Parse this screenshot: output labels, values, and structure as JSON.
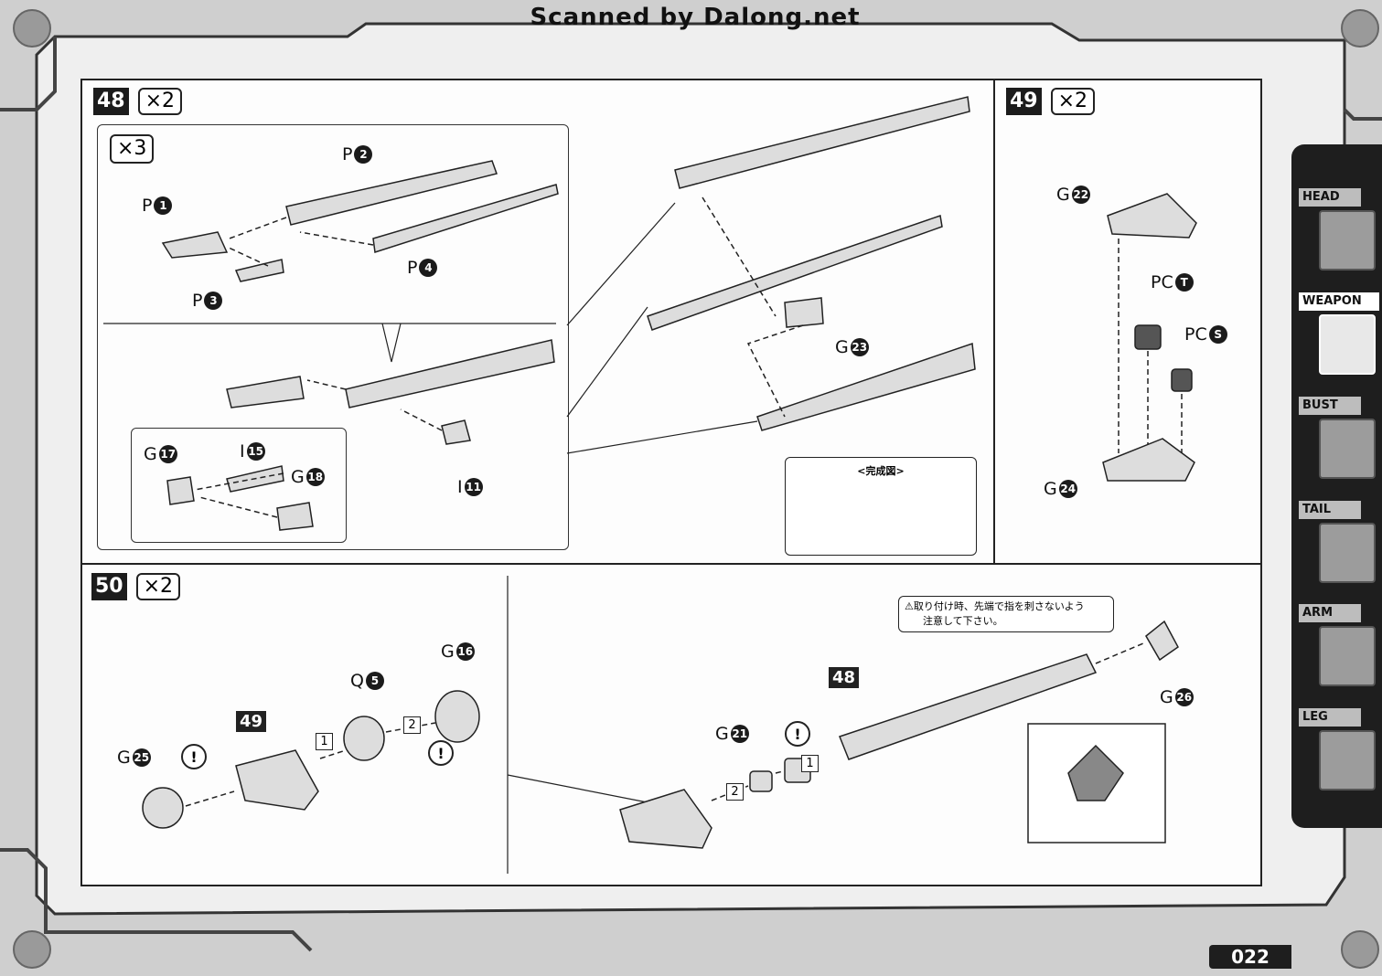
{
  "header": {
    "scan_credit": "Scanned by Dalong.net"
  },
  "steps": {
    "s48": {
      "num": "48",
      "mult": "×2",
      "sub_mult": "×3",
      "parts": {
        "p1": {
          "letter": "P",
          "num": "1"
        },
        "p2": {
          "letter": "P",
          "num": "2"
        },
        "p3": {
          "letter": "P",
          "num": "3"
        },
        "p4": {
          "letter": "P",
          "num": "4"
        },
        "g17": {
          "letter": "G",
          "num": "17"
        },
        "i15": {
          "letter": "I",
          "num": "15"
        },
        "g18": {
          "letter": "G",
          "num": "18"
        },
        "i11": {
          "letter": "I",
          "num": "11"
        },
        "g23": {
          "letter": "G",
          "num": "23"
        }
      },
      "complete_label": "<完成図>"
    },
    "s49": {
      "num": "49",
      "mult": "×2",
      "parts": {
        "g22": {
          "letter": "G",
          "num": "22"
        },
        "pct": {
          "letter": "PC",
          "num": "T"
        },
        "pcs": {
          "letter": "PC",
          "num": "S"
        },
        "g24": {
          "letter": "G",
          "num": "24"
        }
      }
    },
    "s50": {
      "num": "50",
      "mult": "×2",
      "parts": {
        "g16": {
          "letter": "G",
          "num": "16"
        },
        "q5": {
          "letter": "Q",
          "num": "5"
        },
        "g25": {
          "letter": "G",
          "num": "25"
        },
        "g21": {
          "letter": "G",
          "num": "21"
        },
        "g26": {
          "letter": "G",
          "num": "26"
        }
      },
      "ref_a": "49",
      "ref_b": "48",
      "order_1": "1",
      "order_2": "2",
      "warn": "!",
      "caution_line1": "⚠取り付け時、先端で指を刺さないよう",
      "caution_line2": "注意して下さい。"
    }
  },
  "tabs": [
    {
      "label": "HEAD",
      "active": false
    },
    {
      "label": "WEAPON",
      "active": true
    },
    {
      "label": "BUST",
      "active": false
    },
    {
      "label": "TAIL",
      "active": false
    },
    {
      "label": "ARM",
      "active": false
    },
    {
      "label": "LEG",
      "active": false
    }
  ],
  "page_number": "022"
}
